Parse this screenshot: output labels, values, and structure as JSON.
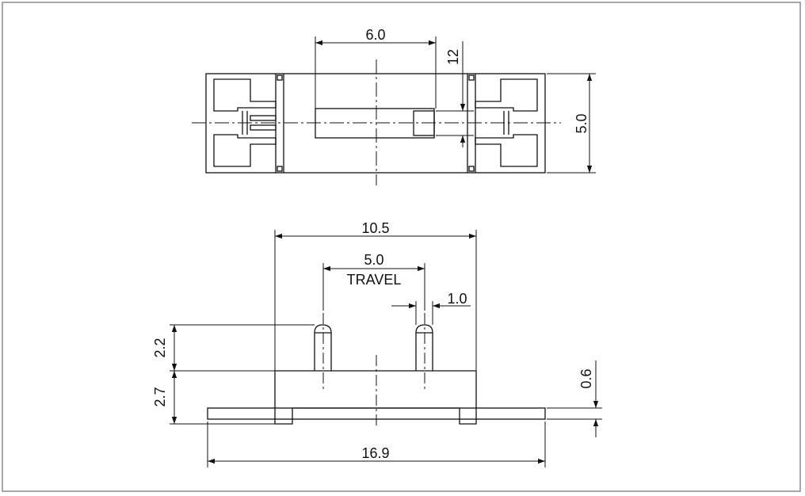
{
  "colors": {
    "line": "#111111",
    "frame": "#8a8a8a",
    "background": "#ffffff"
  },
  "top_view": {
    "dim_width_slot": "6.0",
    "dim_small_height": "12",
    "dim_height": "5.0"
  },
  "side_view": {
    "dim_body_length": "10.5",
    "dim_travel_value": "5.0",
    "dim_travel_label": "TRAVEL",
    "dim_actuator_width": "1.0",
    "dim_actuator_height": "2.2",
    "dim_body_height": "2.7",
    "dim_plate_thickness": "0.6",
    "dim_total_length": "16.9"
  }
}
